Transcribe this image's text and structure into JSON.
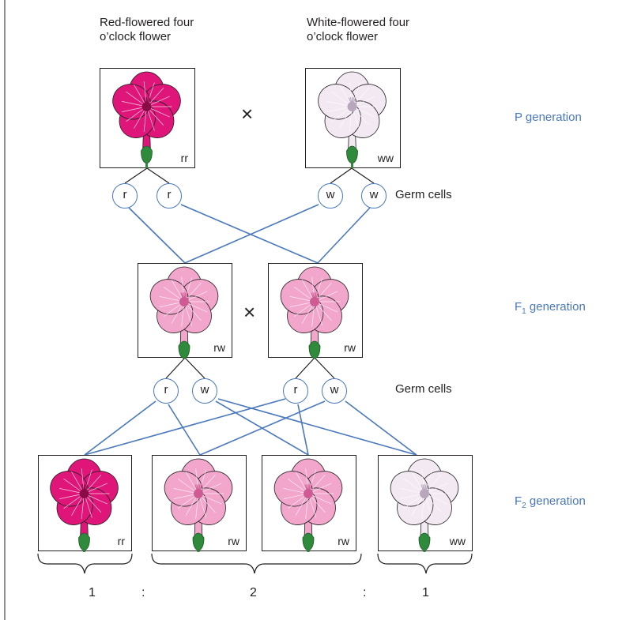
{
  "labels": {
    "red_parent": "Red-flowered four o’clock flower",
    "white_parent": "White-flowered four o’clock flower",
    "cross_symbol": "×"
  },
  "generations": {
    "p": "P generation",
    "f1_prefix": "F",
    "f1_sub": "1",
    "f1_suffix": " generation",
    "f2_prefix": "F",
    "f2_sub": "2",
    "f2_suffix": " generation"
  },
  "germ_cells_label": "Germ cells",
  "p_generation": {
    "left": {
      "genotype": "rr",
      "color": "red"
    },
    "right": {
      "genotype": "ww",
      "color": "white"
    },
    "alleles": [
      "r",
      "r",
      "w",
      "w"
    ]
  },
  "f1_generation": {
    "left": {
      "genotype": "rw",
      "color": "pink"
    },
    "right": {
      "genotype": "rw",
      "color": "pink"
    },
    "alleles": [
      "r",
      "w",
      "r",
      "w"
    ]
  },
  "f2_generation": [
    {
      "genotype": "rr",
      "color": "red"
    },
    {
      "genotype": "rw",
      "color": "pink"
    },
    {
      "genotype": "rw",
      "color": "pink"
    },
    {
      "genotype": "ww",
      "color": "white"
    }
  ],
  "ratio": {
    "a": "1",
    "sep1": ":",
    "b": "2",
    "sep2": ":",
    "c": "1"
  },
  "colors": {
    "line_blue": "#4a78bd",
    "red_petal": "#e0157a",
    "red_vein": "#8a0b47",
    "pink_petal": "#f3a6cc",
    "pink_vein": "#d05a94",
    "white_petal": "#f3e9f2",
    "white_vein": "#b9a7bd",
    "stem_green": "#2f8a3b"
  }
}
